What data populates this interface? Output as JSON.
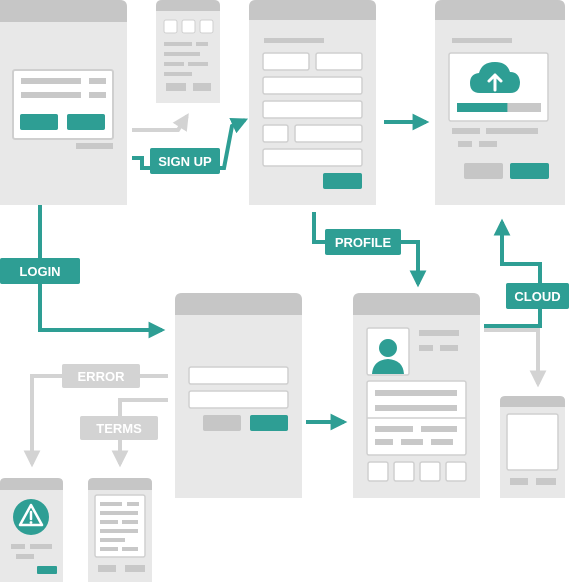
{
  "colors": {
    "teal": "#2e9e94",
    "screen_bg": "#e8e8e8",
    "screen_header": "#c6c6c6",
    "placeholder": "#c8c8c8",
    "field_bg": "#ffffff",
    "error_line": "#d3d3d3",
    "label_text": "#ffffff"
  },
  "labels": {
    "sign_up": "SIGN UP",
    "login": "LOGIN",
    "profile": "PROFILE",
    "cloud": "CLOUD",
    "error": "ERROR",
    "terms": "TERMS"
  },
  "icons": {
    "upload": "cloud-upload-icon",
    "avatar": "user-avatar-icon",
    "warning": "warning-icon"
  },
  "progress": {
    "upload_fraction": 0.6
  }
}
